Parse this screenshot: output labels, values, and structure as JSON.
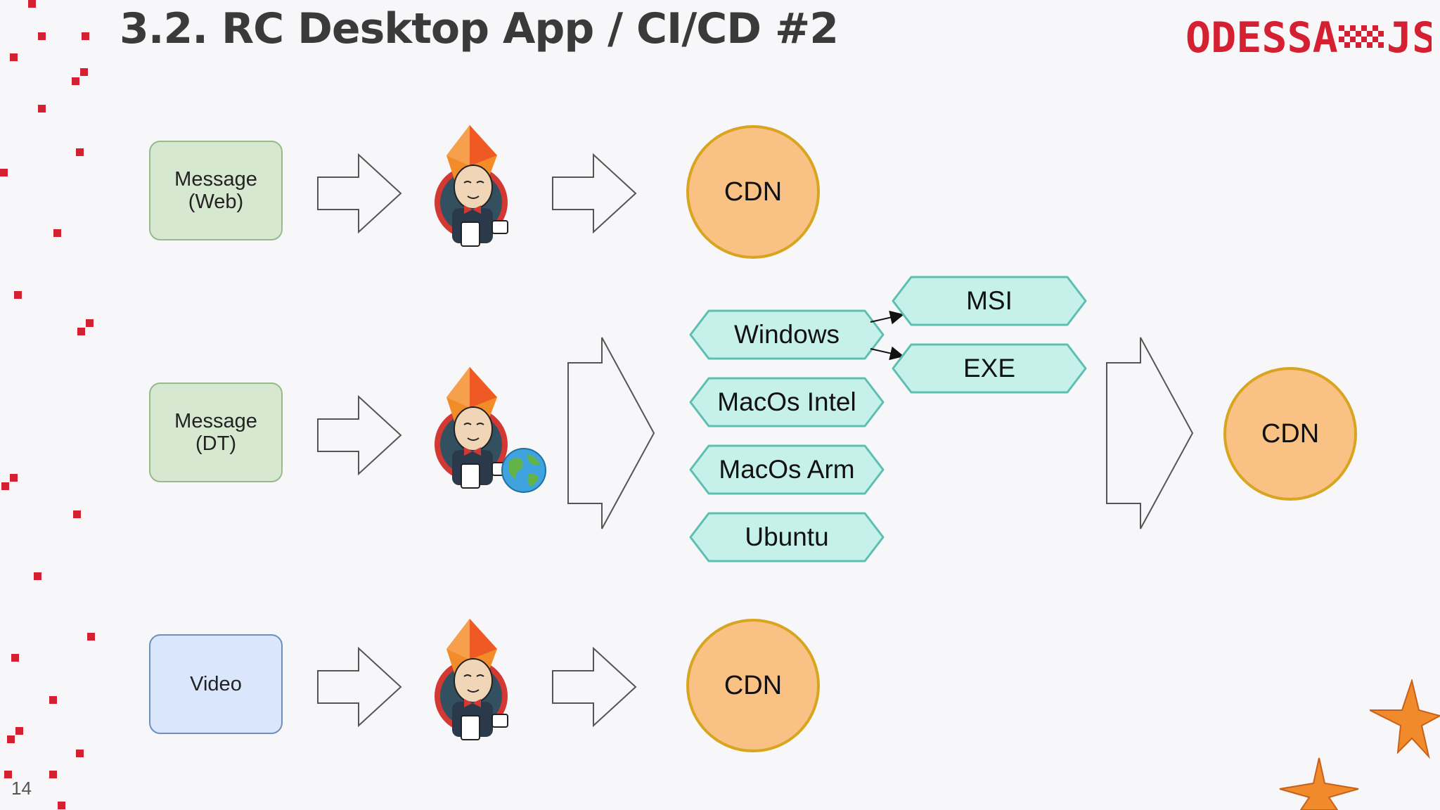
{
  "slide": {
    "title": "3.2. RC Desktop App / CI/CD #2",
    "page_number": "14",
    "logo_text": "ODESSA JS",
    "colors": {
      "accent_red": "#d42030",
      "green_fill": "#d6e8d0",
      "blue_fill": "#d9e6fb",
      "cdn_fill": "#f9c184",
      "cdn_border": "#d9a520",
      "hex_fill": "#c6f1ea",
      "hex_border": "#5cbfb0"
    }
  },
  "pipelines": {
    "web": {
      "source": "Message\n(Web)",
      "target": "CDN"
    },
    "desktop": {
      "source": "Message\n(DT)",
      "target": "CDN"
    },
    "video": {
      "source": "Video",
      "target": "CDN"
    }
  },
  "platforms": [
    "Windows",
    "MacOs Intel",
    "MacOs Arm",
    "Ubuntu"
  ],
  "installers": [
    "MSI",
    "EXE"
  ],
  "icons": [
    "jenkins-icon",
    "globe-icon",
    "arrow-right-icon",
    "starfish-icon"
  ]
}
